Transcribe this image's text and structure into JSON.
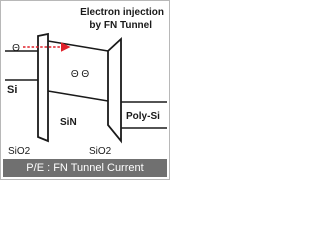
{
  "diagram": {
    "title_line1": "Electron injection",
    "title_line2": "by FN Tunnel",
    "electron_symbol": "Θ",
    "trapped_charge": "Θ Θ",
    "labels": {
      "si": "Si",
      "sio2_left": "SiO2",
      "sin": "SiN",
      "sio2_right": "SiO2",
      "poly_si": "Poly-Si"
    },
    "colors": {
      "arrow": "#e0202a",
      "line": "#1a1a1a",
      "caption_bg": "#707070"
    },
    "icons": {
      "electron": "electron-symbol-icon",
      "arrow": "injection-arrow-icon"
    }
  },
  "caption": "P/E : FN Tunnel Current"
}
